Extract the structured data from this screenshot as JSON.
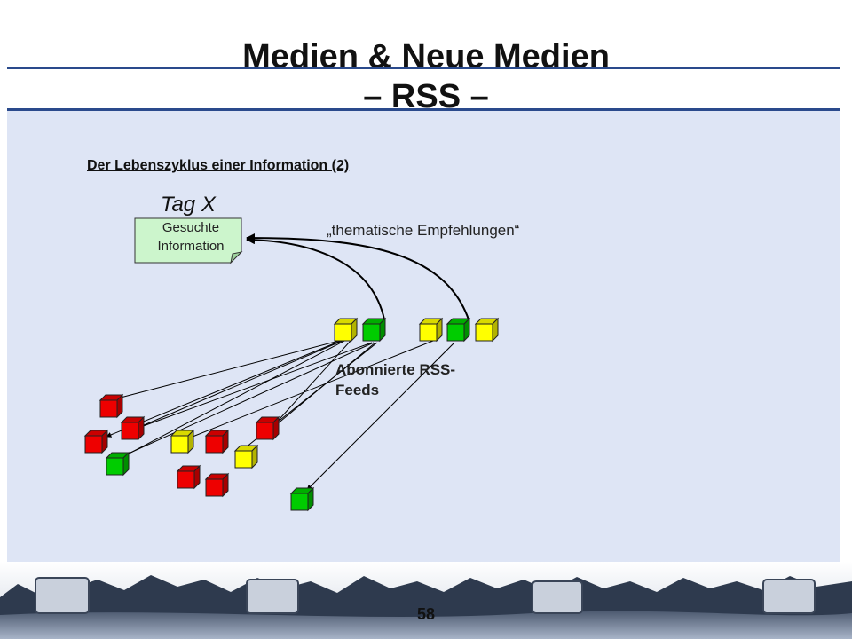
{
  "header": {
    "title_line1": "Medien & Neue Medien",
    "title_line2": "– RSS –"
  },
  "content": {
    "section_heading": "Der Lebenszyklus einer Information (2)",
    "tag_label": "Tag X",
    "note_line1": "Gesuchte",
    "note_line2": "Information",
    "recommendations_label": "„thematische Empfehlungen“",
    "feeds_label_line1": "Abonnierte RSS-",
    "feeds_label_line2": "Feeds"
  },
  "colors": {
    "accent_rule": "#2a4a8c",
    "panel_background": "#dee5f5",
    "note_fill": "#ccf5cc",
    "cube_yellow": "#ffff00",
    "cube_green": "#00cc00",
    "cube_red": "#ee0000"
  },
  "footer": {
    "page_number": "58"
  }
}
